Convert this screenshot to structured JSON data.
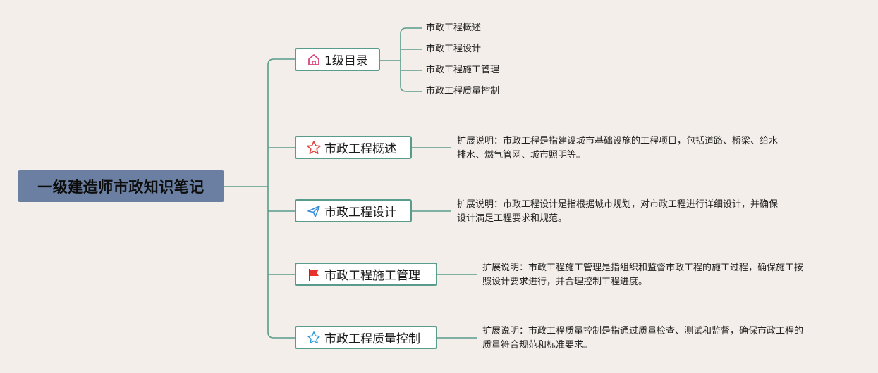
{
  "root": {
    "title": "一级建造师市政知识笔记"
  },
  "topics": [
    {
      "label": "1级目录",
      "icon": "home-icon"
    },
    {
      "label": "市政工程概述",
      "icon": "star-outline-icon"
    },
    {
      "label": "市政工程设计",
      "icon": "paper-plane-icon"
    },
    {
      "label": "市政工程施工管理",
      "icon": "red-flag-icon"
    },
    {
      "label": "市政工程质量控制",
      "icon": "blue-star-icon"
    }
  ],
  "toc_items": [
    "市政工程概述",
    "市政工程设计",
    "市政工程施工管理",
    "市政工程质量控制"
  ],
  "notes": [
    {
      "line1": "扩展说明：市政工程是指建设城市基础设施的工程项目，包括道路、桥梁、给水",
      "line2": "排水、燃气管网、城市照明等。"
    },
    {
      "line1": "扩展说明：市政工程设计是指根据城市规划，对市政工程进行详细设计，并确保",
      "line2": "设计满足工程要求和规范。"
    },
    {
      "line1": "扩展说明：市政工程施工管理是指组织和监督市政工程的施工过程，确保施工按",
      "line2": "照设计要求进行，并合理控制工程进度。"
    },
    {
      "line1": "扩展说明：市政工程质量控制是指通过质量检查、测试和监督，确保市政工程的",
      "line2": "质量符合规范和标准要求。"
    }
  ],
  "colors": {
    "line": "#5a9c8c",
    "root_bg": "#6a7fa2",
    "background": "#f3eee9"
  }
}
